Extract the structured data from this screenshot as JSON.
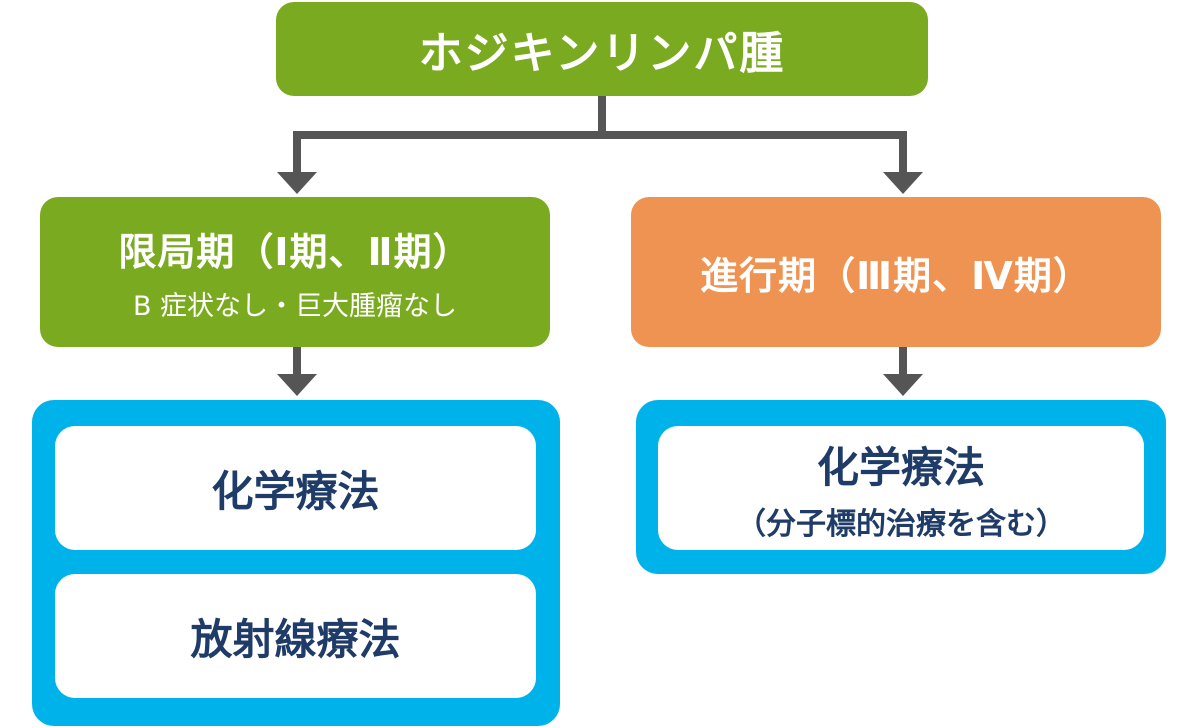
{
  "root": {
    "label": "ホジキンリンパ腫"
  },
  "early_stage": {
    "title": "限局期（Ⅰ期、Ⅱ期）",
    "subtitle": "B 症状なし・巨大腫瘤なし",
    "treatments": [
      "化学療法",
      "放射線療法"
    ]
  },
  "advanced_stage": {
    "title": "進行期（Ⅲ期、Ⅳ期）",
    "treatment": "化学療法",
    "treatment_note": "（分子標的治療を含む）"
  },
  "colors": {
    "green": "#7aaa1f",
    "orange": "#ee9352",
    "blue": "#00b2ea",
    "text_dark": "#1f3b68",
    "arrow": "#555555"
  }
}
